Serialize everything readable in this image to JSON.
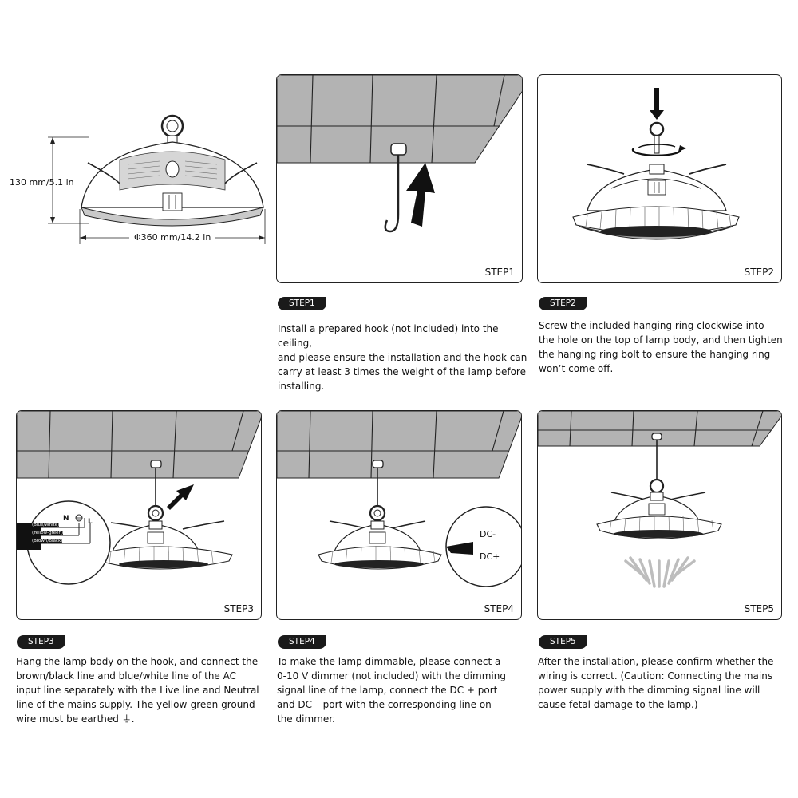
{
  "dimensions": {
    "height": "130 mm/5.1 in",
    "diameter": "Φ360 mm/14.2 in"
  },
  "steps": [
    {
      "corner_label": "STEP1",
      "tag": "STEP1",
      "text": "Install a prepared hook (not included) into the ceiling,\nand please ensure the installation and the hook can\ncarry at least 3 times the weight of the lamp before\ninstalling."
    },
    {
      "corner_label": "STEP2",
      "tag": "STEP2",
      "text": "Screw the included hanging ring clockwise into\nthe hole on the top of lamp body, and then tighten\nthe hanging ring bolt to ensure the hanging ring\nwon’t come off."
    },
    {
      "corner_label": "STEP3",
      "tag": "STEP3",
      "text": "Hang the lamp body on the hook, and connect the\nbrown/black line and blue/white line of the AC\ninput line separately with the Live line and Neutral\nline of the mains supply. The yellow-green ground\nwire must be earthed ⏚."
    },
    {
      "corner_label": "STEP4",
      "tag": "STEP4",
      "text": "To make the lamp dimmable, please connect a\n0-10 V dimmer (not included) with the dimming\nsignal line of the lamp, connect the DC + port\nand DC – port with the corresponding line on\nthe dimmer."
    },
    {
      "corner_label": "STEP5",
      "tag": "STEP5",
      "text": "After the installation, please confirm whether the\nwiring is correct. (Caution: Connecting the mains\npower supply with the dimming signal line will\ncause fetal damage to the lamp.)"
    }
  ],
  "wiring": {
    "terminal_n": "N",
    "terminal_l": "L",
    "blue_white": "(Blue/White)",
    "yellow_green": "(Yellow-green)",
    "brown_black": "(Brown/Black)"
  },
  "dimmer": {
    "dc_minus": "DC-",
    "dc_plus": "DC+"
  },
  "colors": {
    "ceiling": "#b3b3b3",
    "ink": "#111111",
    "tag_bg": "#1a1a1a"
  }
}
